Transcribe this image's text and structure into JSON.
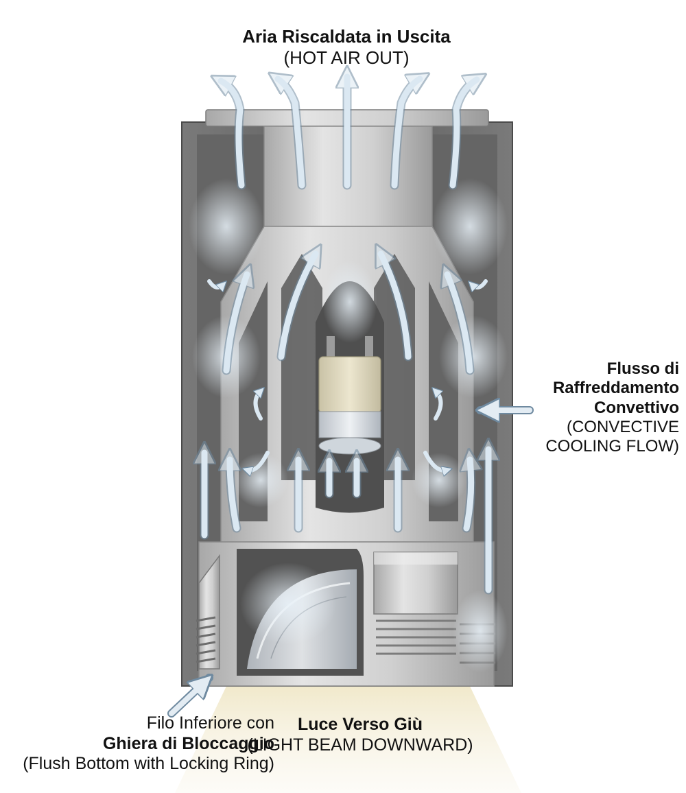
{
  "labels": {
    "hot_air_it": "Aria Riscaldata in Uscita",
    "hot_air_en": "(HOT AIR OUT)",
    "cooling_it_1": "Flusso di",
    "cooling_it_2": "Raffreddamento",
    "cooling_it_3": "Convettivo",
    "cooling_en_1": "(CONVECTIVE",
    "cooling_en_2": "COOLING FLOW)",
    "bottom_left_it_1": "Filo Inferiore con",
    "bottom_left_it_2": "Ghiera di Bloccaggio",
    "bottom_left_en": "(Flush Bottom with Locking Ring)",
    "light_it": "Luce Verso Giù",
    "light_en": "(LIGHT BEAM DOWNWARD)"
  },
  "colors": {
    "housing": "#8a8a8a",
    "housing_inner": "#6b6b6b",
    "metal_light": "#d6d6d6",
    "metal_mid": "#b5b5b5",
    "airflow": "#dbe8f2",
    "airflow_edge": "#7d94a8",
    "lamp_cream": "#e3dcc3",
    "light_beam": "#f4eed6"
  },
  "icons": {
    "airflow_arrow": "arrow-up-icon",
    "swirl": "swirl-arrow-icon",
    "pointer": "pointer-arrow-icon"
  }
}
